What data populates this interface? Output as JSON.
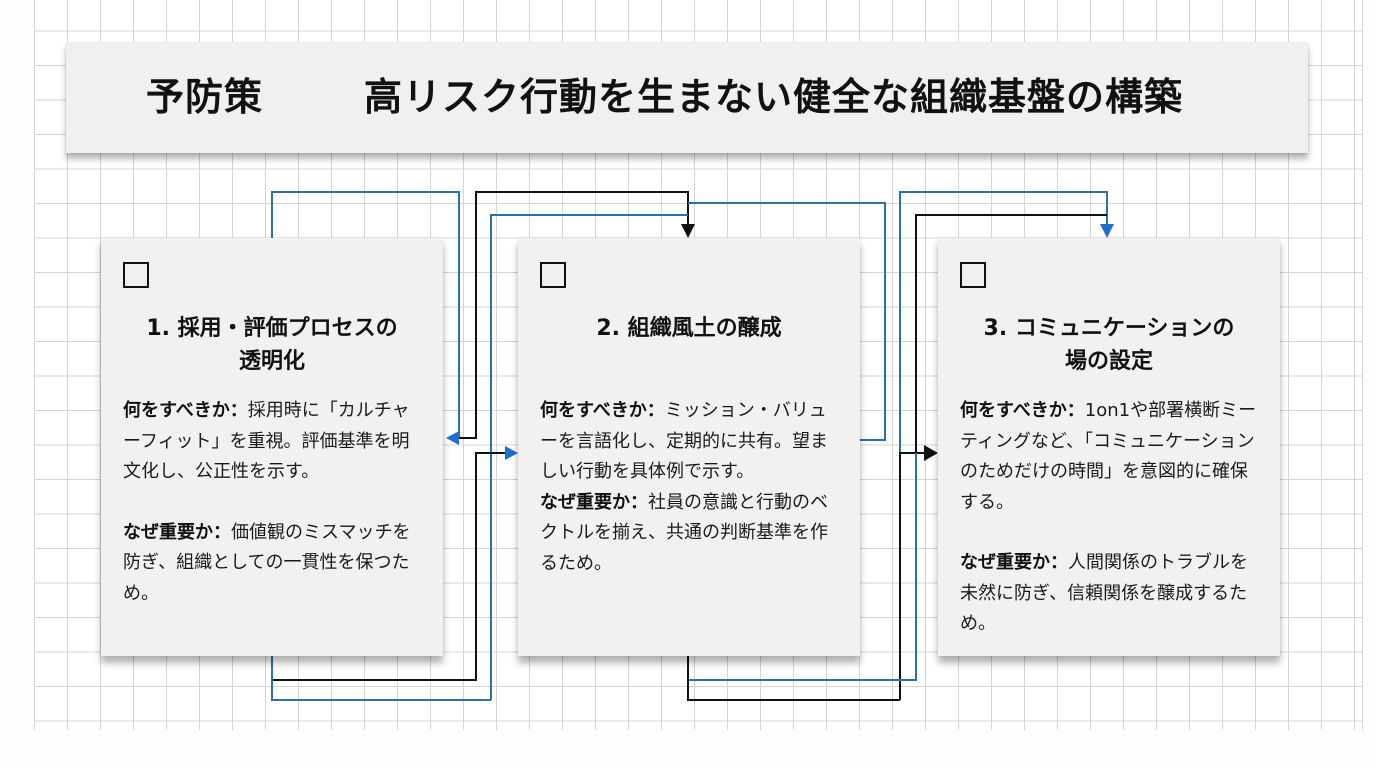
{
  "title": {
    "prefix": "予防策",
    "main": "高リスク行動を生まない健全な組織基盤の構築"
  },
  "colors": {
    "blue": "#1f6fd1",
    "blue_line": "#2f6fa8",
    "black": "#111111",
    "card_bg": "#f2f1ef",
    "grid": "#d4d4d4"
  },
  "cards": [
    {
      "checkbox_icon": "empty-square",
      "title_line1": "1. 採用・評価プロセスの",
      "title_line2": "透明化",
      "what_label": "何をすべきか：",
      "what_text": "採用時に「カルチャーフィット」を重視。評価基準を明文化し、公正性を示す。",
      "why_label": "なぜ重要か：",
      "why_text": "価値観のミスマッチを防ぎ、組織としての一貫性を保つため。"
    },
    {
      "checkbox_icon": "empty-square",
      "title_line1": "2. 組織風土の醸成",
      "title_line2": "",
      "what_label": "何をすべきか：",
      "what_text": "ミッション・バリューを言語化し、定期的に共有。望ましい行動を具体例で示す。",
      "why_label": "なぜ重要か：",
      "why_text": "社員の意識と行動のベクトルを揃え、共通の判断基準を作るため。"
    },
    {
      "checkbox_icon": "empty-square",
      "title_line1": "3. コミュニケーションの",
      "title_line2": "場の設定",
      "what_label": "何をすべきか：",
      "what_text": "1on1や部署横断ミーティングなど、「コミュニケーションのためだけの時間」を意図的に確保する。",
      "why_label": "なぜ重要か：",
      "why_text": "人間関係のトラブルを未然に防ぎ、信頼関係を醸成するため。"
    }
  ]
}
